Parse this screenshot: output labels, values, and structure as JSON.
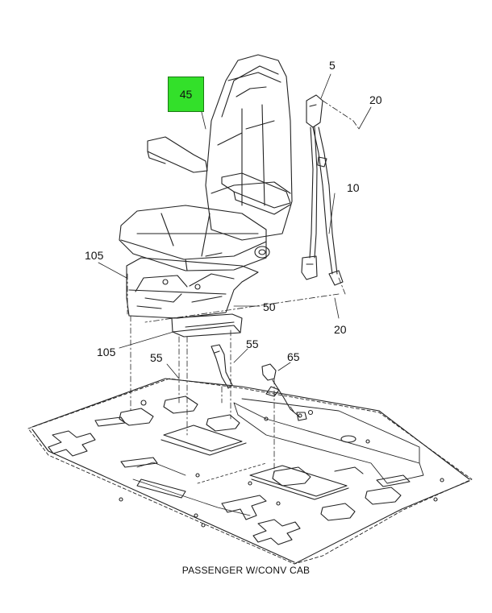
{
  "callouts": {
    "c45": "45",
    "c5": "5",
    "c20_top": "20",
    "c10": "10",
    "c20_bottom": "20",
    "c105_top": "105",
    "c50": "50",
    "c105_bottom": "105",
    "c55_left": "55",
    "c55_right": "55",
    "c65": "65"
  },
  "highlight_color": "#33e02a",
  "caption": "PASSENGER W/CONV CAB"
}
